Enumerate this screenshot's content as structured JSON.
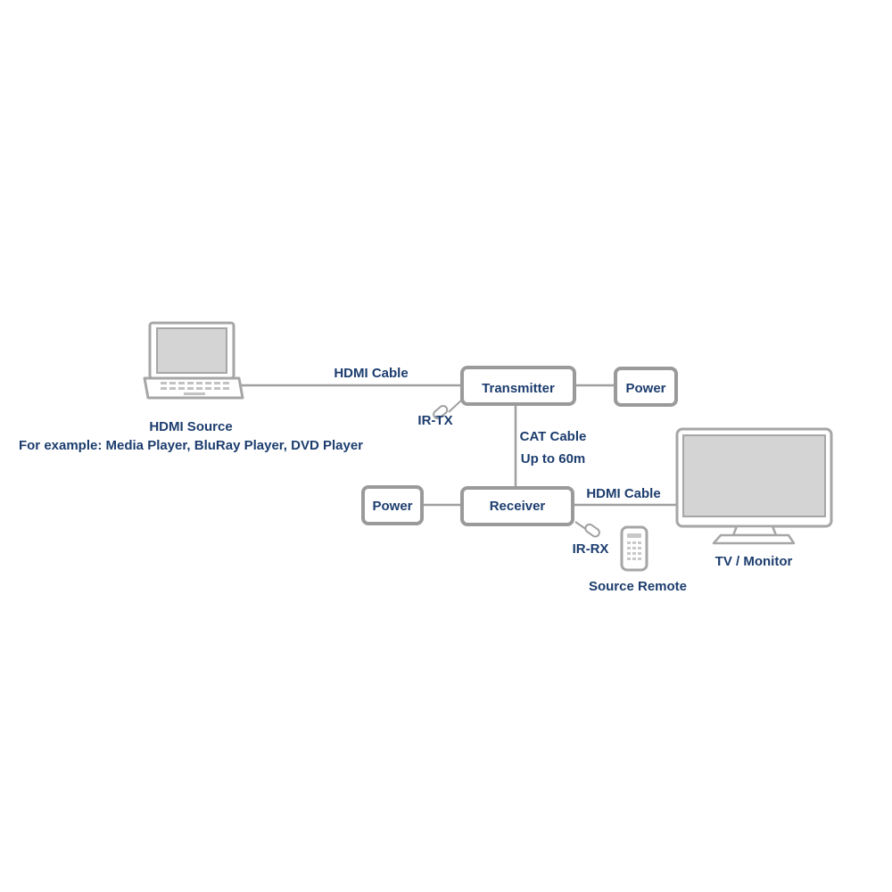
{
  "source": {
    "title": "HDMI Source",
    "subtitle": "For example: Media Player, BluRay Player, DVD Player"
  },
  "cables": {
    "hdmi_in": "HDMI Cable",
    "hdmi_out": "HDMI Cable",
    "cat_line1": "CAT Cable",
    "cat_line2": "Up to 60m"
  },
  "transmitter": {
    "label": "Transmitter"
  },
  "receiver": {
    "label": "Receiver"
  },
  "power_tx": {
    "label": "Power"
  },
  "power_rx": {
    "label": "Power"
  },
  "ir_tx": {
    "label": "IR-TX"
  },
  "ir_rx": {
    "label": "IR-RX"
  },
  "remote": {
    "label": "Source Remote"
  },
  "monitor": {
    "label": "TV / Monitor"
  },
  "colors": {
    "label_text": "#1c3d6e",
    "box_border": "#9a9a9a",
    "device_outline": "#a6a6a6",
    "screen_fill": "#d4d4d4",
    "cable": "#a0a0a0"
  }
}
